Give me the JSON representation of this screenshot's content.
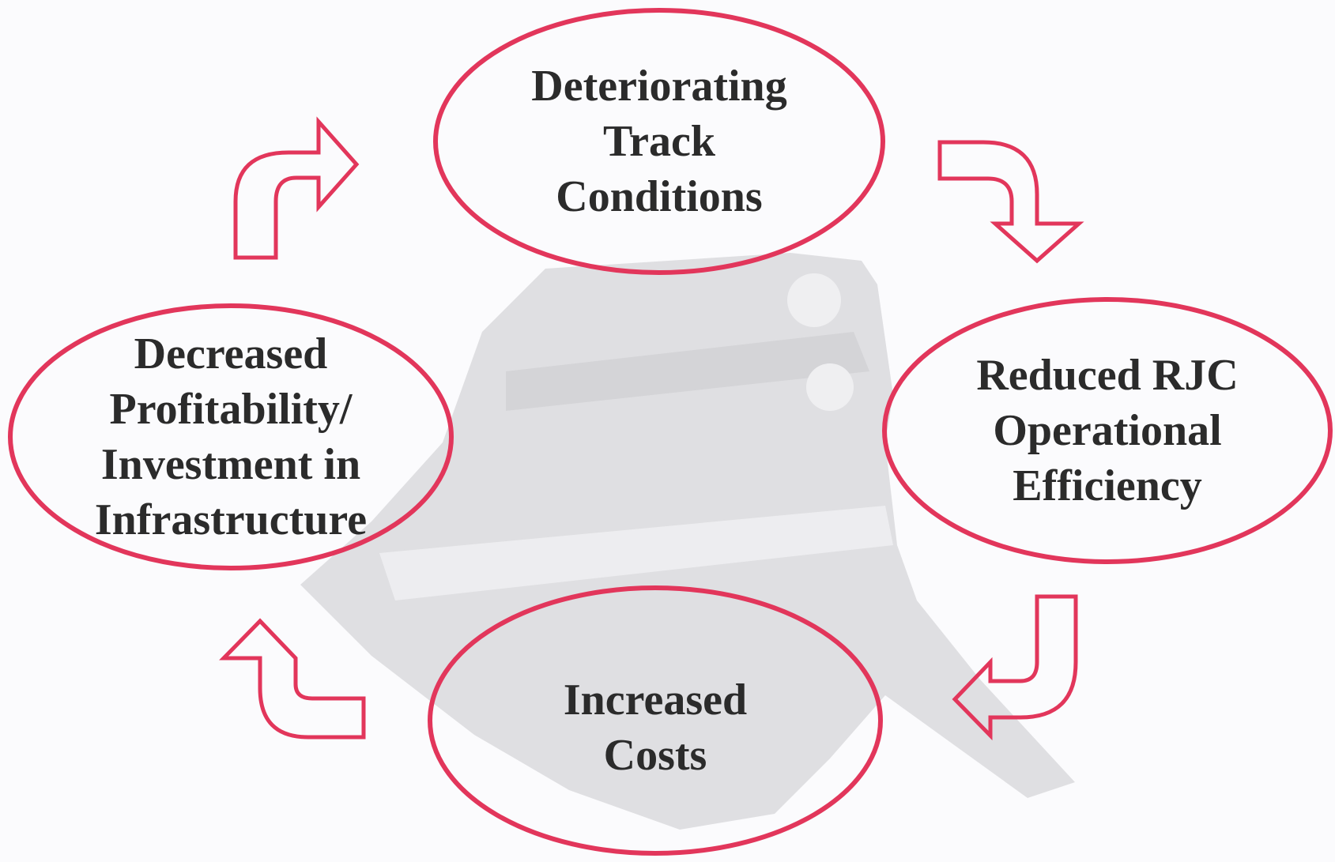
{
  "diagram": {
    "accent_color": "#e2365b",
    "text_color": "#2b2b2b",
    "background_color": "#fbfbfd",
    "watermark": "locomotive-illustration",
    "nodes": [
      {
        "id": "deteriorating",
        "lines": [
          "Deteriorating",
          "Track",
          "Conditions"
        ]
      },
      {
        "id": "reduced",
        "lines": [
          "Reduced RJC",
          "Operational",
          "Efficiency"
        ]
      },
      {
        "id": "increased",
        "lines": [
          "Increased",
          "Costs"
        ]
      },
      {
        "id": "decreased",
        "lines": [
          "Decreased",
          "Profitability/",
          "Investment in",
          "Infrastructure"
        ]
      }
    ],
    "arrows": [
      {
        "from": "deteriorating",
        "to": "reduced"
      },
      {
        "from": "reduced",
        "to": "increased"
      },
      {
        "from": "increased",
        "to": "decreased"
      },
      {
        "from": "decreased",
        "to": "deteriorating"
      }
    ]
  }
}
